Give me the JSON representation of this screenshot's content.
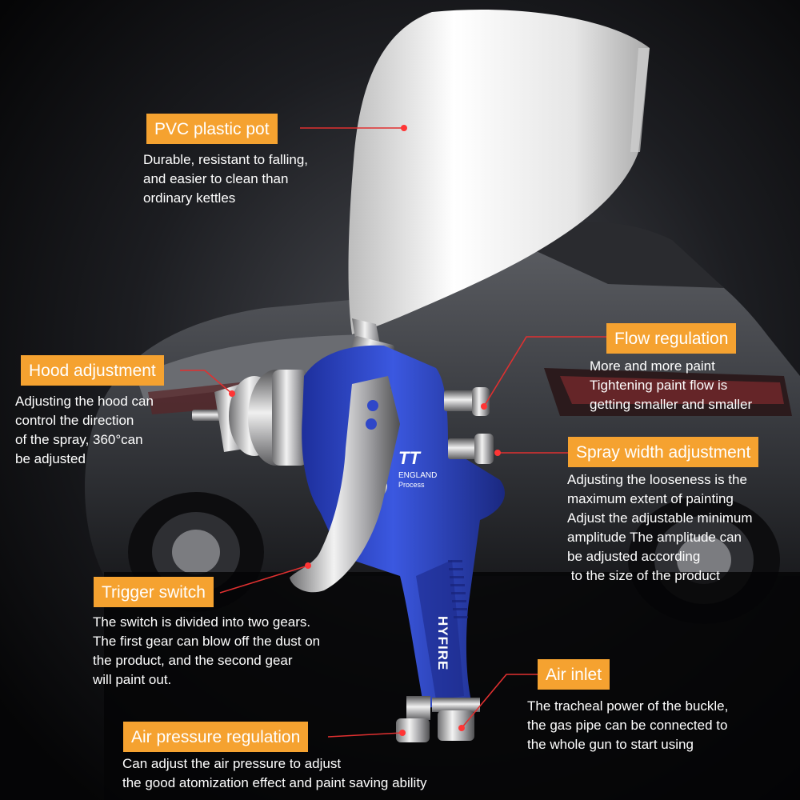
{
  "gun": {
    "brand_text": "HYFIRE",
    "logo_text": "TT",
    "logo_line1": "ENGLAND",
    "logo_line2": "Process"
  },
  "callouts": [
    {
      "title": "PVC plastic pot",
      "desc": "Durable, resistant to falling,\nand easier to clean than\nordinary kettles"
    },
    {
      "title": "Flow regulation",
      "desc": "More and more paint\nTightening paint flow is\ngetting smaller and smaller"
    },
    {
      "title": "Hood adjustment",
      "desc": "Adjusting the hood can\ncontrol the direction\nof the spray, 360°can\nbe adjusted"
    },
    {
      "title": "Spray width adjustment",
      "desc": "Adjusting the looseness is the\nmaximum extent of painting\nAdjust the adjustable minimum\namplitude The amplitude can\nbe adjusted according\n to the size of the product"
    },
    {
      "title": "Trigger switch",
      "desc": "The switch is divided into two gears.\nThe first gear can blow off the dust on\nthe product, and the second gear\nwill paint out."
    },
    {
      "title": "Air inlet",
      "desc": "The tracheal power of the buckle,\nthe gas pipe can be connected to\nthe whole gun to start using"
    },
    {
      "title": "Air pressure regulation",
      "desc": "Can adjust the air pressure to adjust\nthe good atomization effect and paint saving ability"
    }
  ],
  "colors": {
    "label_bg": "#f5a230",
    "leader_line": "#e03030",
    "gun_body": "#2f47c8",
    "cup": "#eeeeee"
  }
}
